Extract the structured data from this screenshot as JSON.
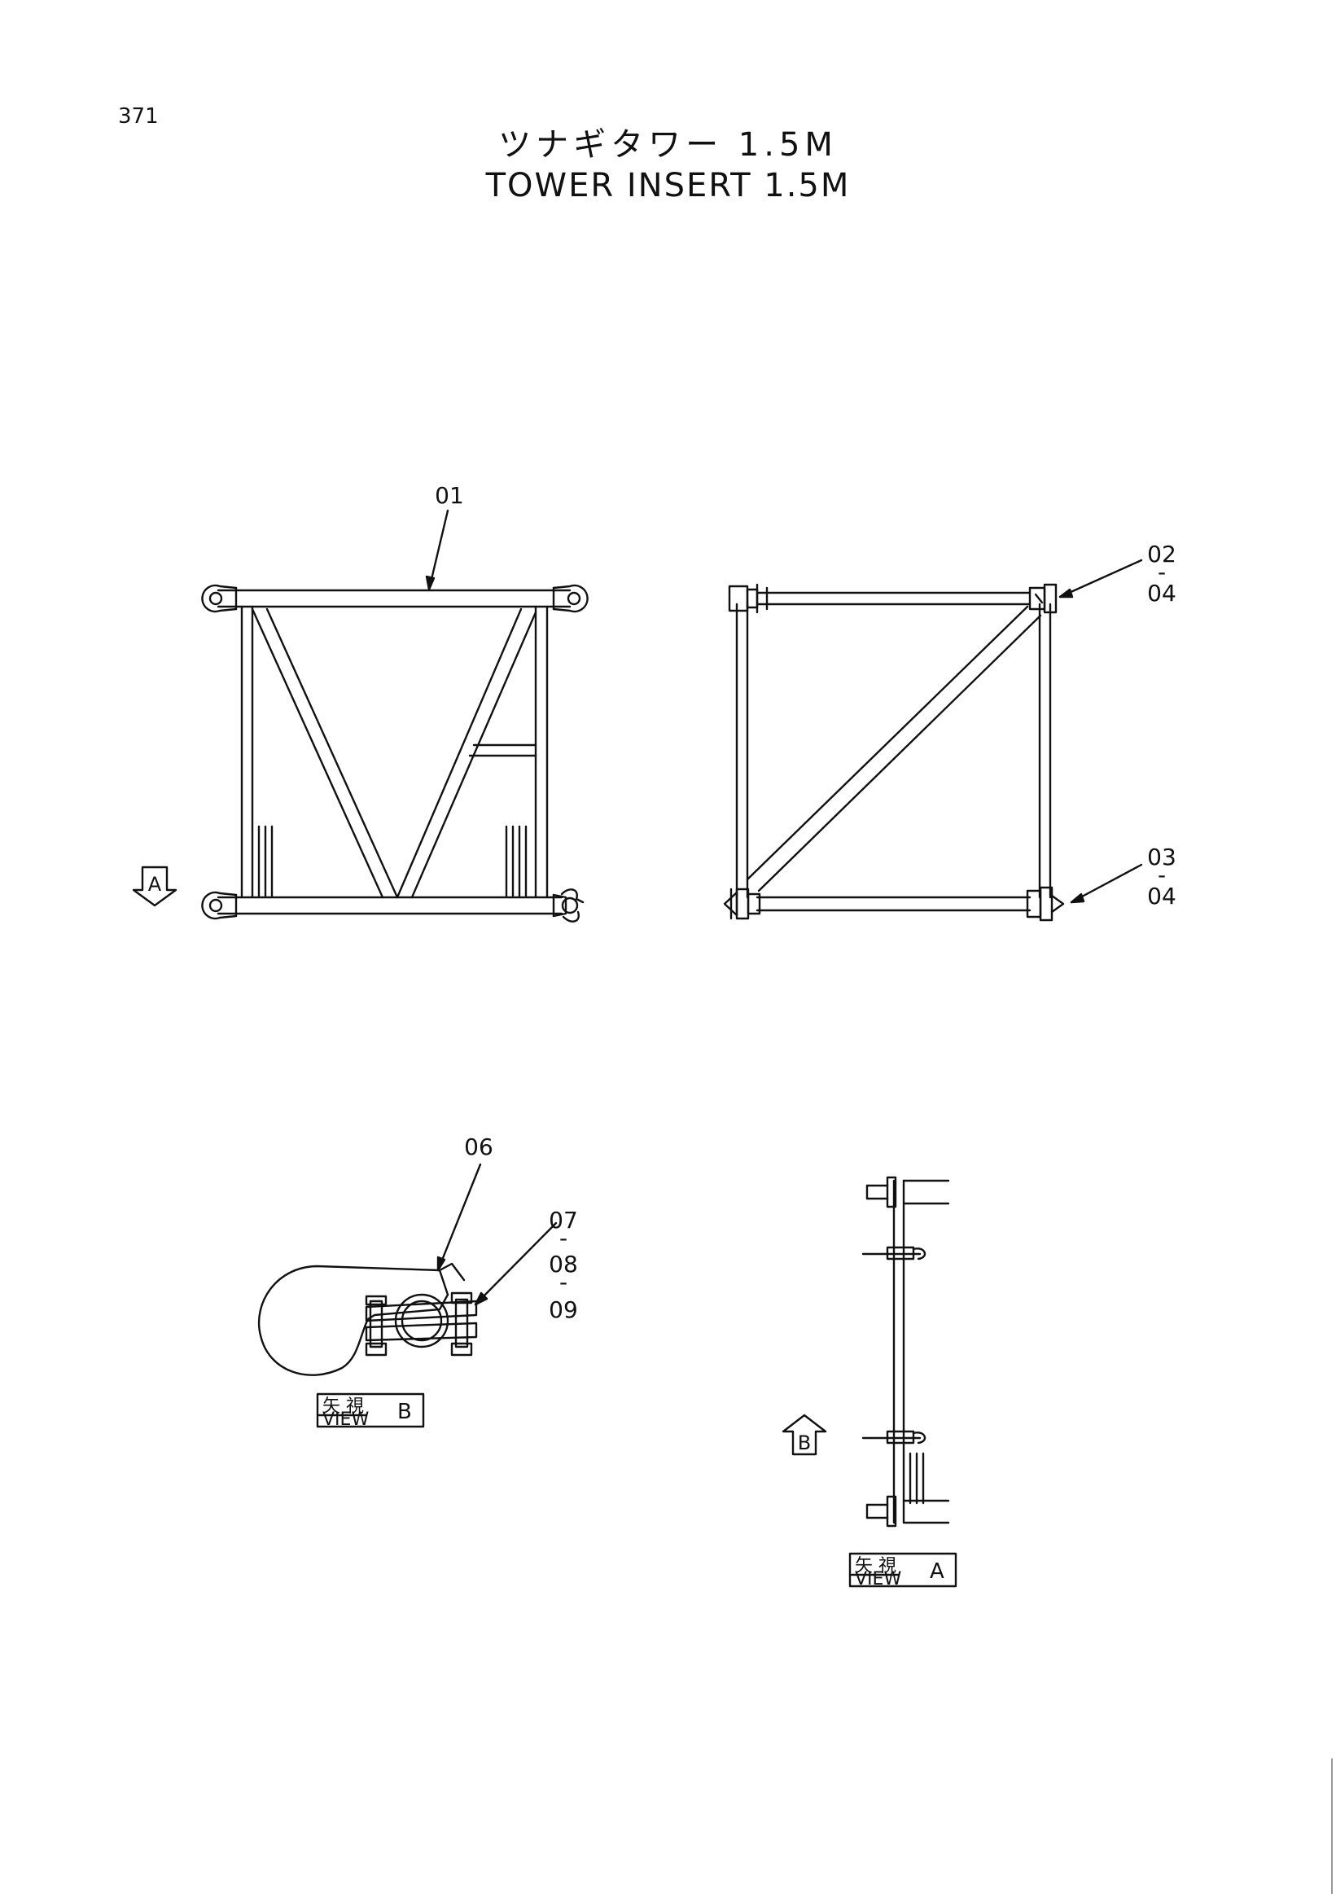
{
  "page": {
    "number": "371",
    "title_jp": "ツナギタワー 1.5M",
    "title_en": "TOWER INSERT 1.5M"
  },
  "callouts": {
    "c01": "01",
    "c02": "02",
    "c03": "03",
    "c04a": "04",
    "c04b": "04",
    "c06": "06",
    "c07": "07",
    "c08": "08",
    "c09": "09",
    "dash": "-"
  },
  "views": {
    "arrow_a": "A",
    "arrow_b": "B",
    "view_b": {
      "kanji": "矢 視",
      "word": "VIEW",
      "letter": "B"
    },
    "view_a": {
      "kanji": "矢 視",
      "word": "VIEW",
      "letter": "A"
    }
  }
}
